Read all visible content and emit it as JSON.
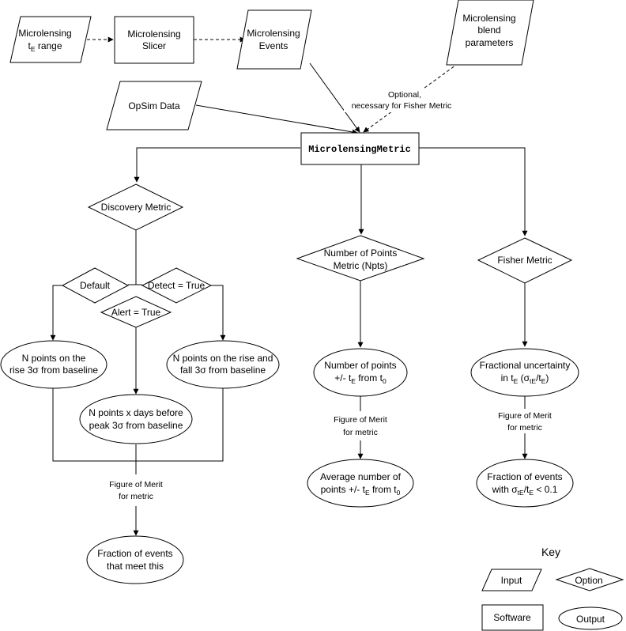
{
  "colors": {
    "stroke": "#000000",
    "fill": "#ffffff",
    "text": "#000000"
  },
  "inputs": {
    "te_range_line1": "Microlensing",
    "te_range_line2_base": "t",
    "te_range_line2_sub": "E",
    "te_range_line2_rest": " range",
    "events_line1": "Microlensing",
    "events_line2": "Events",
    "blend_line1": "Microlensing",
    "blend_line2": "blend",
    "blend_line3": "parameters",
    "opsim": "OpSim Data"
  },
  "software": {
    "slicer_line1": "Microlensing",
    "slicer_line2": "Slicer",
    "metric": "MicrolensingMetric"
  },
  "edge_labels": {
    "optional_line1": "Optional,",
    "optional_line2": "necessary for Fisher Metric",
    "fom_line1": "Figure of Merit",
    "fom_line2": "for metric"
  },
  "options": {
    "discovery": "Discovery Metric",
    "default": "Default",
    "detect": "Detect = True",
    "alert": "Alert = True",
    "npts_line1": "Number of Points",
    "npts_line2": "Metric (Npts)",
    "fisher": "Fisher Metric"
  },
  "outputs": {
    "rise_line1": "N points on the",
    "rise_line2": "rise 3σ from baseline",
    "risefall_line1": "N points on the rise and",
    "risefall_line2": "fall 3σ from baseline",
    "peak_line1": "N points x days before",
    "peak_line2": "peak 3σ from baseline",
    "fraction_line1": "Fraction of events",
    "fraction_line2": "that meet this",
    "npts_line1": "Number of points",
    "npts_line2_pre": "+/- t",
    "npts_line2_sub1": "E",
    "npts_line2_mid": " from t",
    "npts_line2_sub2": "0",
    "avg_line1": "Average number of",
    "avg_line2_pre": "points +/- t",
    "avg_line2_sub1": "E",
    "avg_line2_mid": " from t",
    "avg_line2_sub2": "0",
    "frac_unc_line1": "Fractional uncertainty",
    "frac_unc_line2_pre": "in t",
    "frac_unc_line2_sub1": "E",
    "frac_unc_line2_mid": " (σ",
    "frac_unc_line2_sub2": "tE",
    "frac_unc_line2_mid2": "/t",
    "frac_unc_line2_sub3": "E",
    "frac_unc_line2_end": ")",
    "frac_ev_line1": "Fraction of events",
    "frac_ev_line2_pre": "with σ",
    "frac_ev_line2_sub1": "tE",
    "frac_ev_line2_mid": "/t",
    "frac_ev_line2_sub2": "E",
    "frac_ev_line2_end": " < 0.1"
  },
  "key": {
    "title": "Key",
    "input": "Input",
    "option": "Option",
    "software": "Software",
    "output": "Output"
  }
}
